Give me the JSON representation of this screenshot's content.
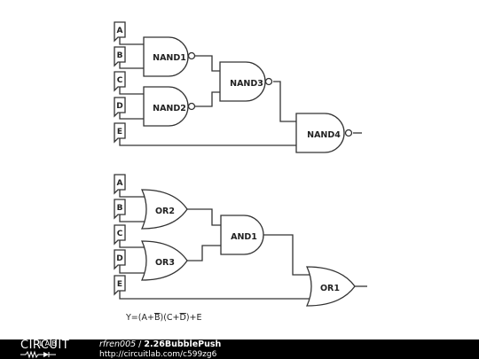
{
  "inputs_top": [
    "A",
    "B",
    "C",
    "D",
    "E"
  ],
  "inputs_bottom": [
    "A",
    "B",
    "C",
    "D",
    "E"
  ],
  "gates_top": {
    "nand1": "NAND1",
    "nand2": "NAND2",
    "nand3": "NAND3",
    "nand4": "NAND4"
  },
  "gates_bottom": {
    "or2": "OR2",
    "or3": "OR3",
    "and1": "AND1",
    "or1": "OR1"
  },
  "expression": {
    "prefix": "Y=(",
    "a": "A",
    "plus1": "+",
    "b": "B",
    "mid": ")(",
    "c": "C",
    "plus2": "+",
    "d": "D",
    "suffix": ")+E"
  },
  "footer": {
    "logo_top": "CIRCUIT",
    "logo_bottom": "LAB",
    "author": "rfren005",
    "separator": " / ",
    "title": "2.26BubblePush",
    "url": "http://circuitlab.com/c599zg6"
  },
  "colors": {
    "line": "#333333",
    "footer_bg": "#000000",
    "footer_text": "#ffffff"
  }
}
